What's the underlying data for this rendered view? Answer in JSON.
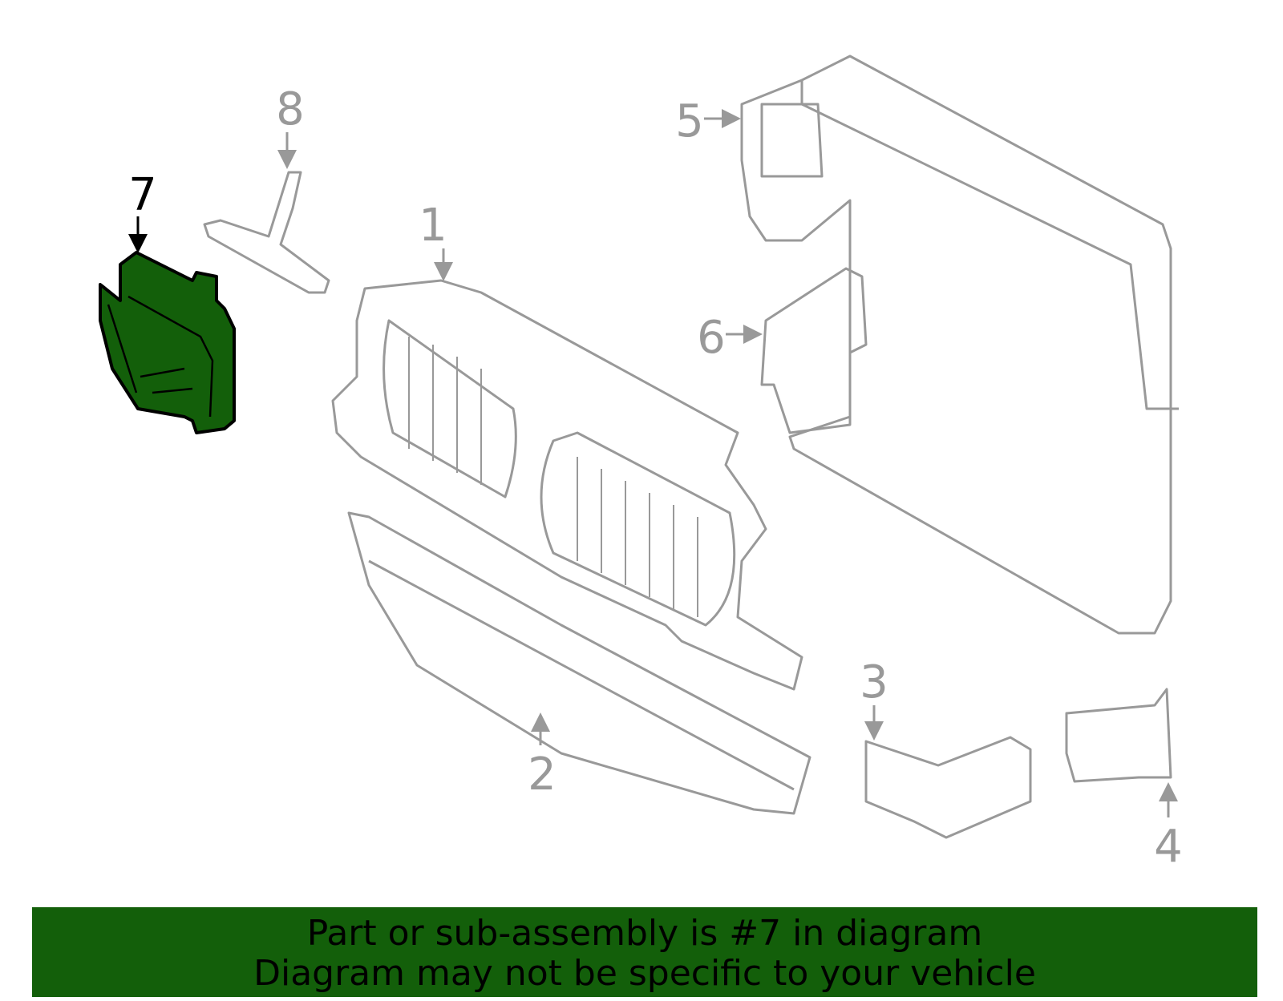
{
  "diagram": {
    "highlight_color": "#135f0a",
    "callouts": [
      {
        "id": "1",
        "label": "1"
      },
      {
        "id": "2",
        "label": "2"
      },
      {
        "id": "3",
        "label": "3"
      },
      {
        "id": "4",
        "label": "4"
      },
      {
        "id": "5",
        "label": "5"
      },
      {
        "id": "6",
        "label": "6"
      },
      {
        "id": "7",
        "label": "7",
        "highlighted": true
      },
      {
        "id": "8",
        "label": "8"
      }
    ]
  },
  "banner": {
    "line1": "Part or sub-assembly is #7 in diagram",
    "line2": "Diagram may not be specific to your vehicle"
  }
}
